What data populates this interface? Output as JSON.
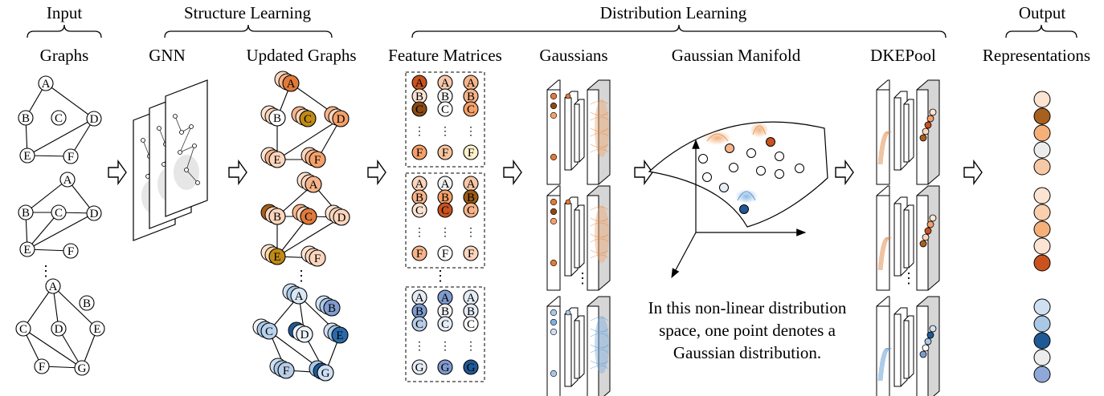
{
  "stages": {
    "input": "Input",
    "structure_learning": "Structure Learning",
    "distribution_learning": "Distribution Learning",
    "output": "Output"
  },
  "columns": {
    "graphs": "Graphs",
    "gnn": "GNN",
    "updated_graphs": "Updated Graphs",
    "feature_matrices": "Feature Matrices",
    "gaussians": "Gaussians",
    "gaussian_manifold": "Gaussian Manifold",
    "dkepool": "DKEPool",
    "representations": "Representations"
  },
  "caption_lines": [
    "In this non-linear distribution",
    "space, one point denotes a",
    "Gaussian distribution."
  ],
  "ellipsis": "⋮",
  "graphs": [
    {
      "nodes": [
        "A",
        "B",
        "C",
        "D",
        "E",
        "F"
      ],
      "edges": [
        [
          "A",
          "B"
        ],
        [
          "A",
          "D"
        ],
        [
          "B",
          "E"
        ],
        [
          "E",
          "F"
        ],
        [
          "F",
          "D"
        ],
        [
          "E",
          "D"
        ]
      ]
    },
    {
      "nodes": [
        "A",
        "B",
        "C",
        "D",
        "E",
        "F"
      ],
      "edges": [
        [
          "A",
          "B"
        ],
        [
          "A",
          "D"
        ],
        [
          "B",
          "C"
        ],
        [
          "C",
          "D"
        ],
        [
          "B",
          "E"
        ],
        [
          "C",
          "E"
        ],
        [
          "E",
          "D"
        ],
        [
          "E",
          "F"
        ]
      ]
    },
    {
      "nodes": [
        "A",
        "B",
        "C",
        "D",
        "E",
        "F",
        "G"
      ],
      "edges": [
        [
          "A",
          "C"
        ],
        [
          "A",
          "D"
        ],
        [
          "A",
          "E"
        ],
        [
          "C",
          "F"
        ],
        [
          "F",
          "G"
        ],
        [
          "D",
          "G"
        ],
        [
          "E",
          "G"
        ],
        [
          "C",
          "G"
        ]
      ]
    }
  ],
  "feature_matrices": [
    {
      "rows": [
        [
          "A",
          "A",
          "A"
        ],
        [
          "B",
          "B",
          "B"
        ],
        [
          "C",
          "C",
          "C"
        ],
        [
          "F",
          "F",
          "F"
        ]
      ],
      "colors": [
        [
          "#c9531f",
          "#f7c8aa",
          "#f6b48a"
        ],
        [
          "#fbe3d3",
          "#f3f3f3",
          "#f6b48a"
        ],
        [
          "#8a4a12",
          "#ffffff",
          "#f4a06a"
        ],
        [
          "#f4a06a",
          "#f8c49c",
          "#fff2cc"
        ]
      ]
    },
    {
      "rows": [
        [
          "A",
          "A",
          "A"
        ],
        [
          "B",
          "B",
          "B"
        ],
        [
          "C",
          "C",
          "C"
        ],
        [
          "F",
          "F",
          "F"
        ]
      ],
      "colors": [
        [
          "#fbd5bd",
          "#f3f3f3",
          "#f6c6a6"
        ],
        [
          "#f6b48a",
          "#f4a06a",
          "#9a5a16"
        ],
        [
          "#fbe3d3",
          "#c9531f",
          "#f6b48a"
        ],
        [
          "#f6b48a",
          "#ffffff",
          "#fbd5bd"
        ]
      ]
    },
    {
      "rows": [
        [
          "A",
          "A",
          "A"
        ],
        [
          "B",
          "B",
          "B"
        ],
        [
          "C",
          "C",
          "C"
        ],
        [
          "G",
          "G",
          "G"
        ]
      ],
      "colors": [
        [
          "#e6ecf6",
          "#7f9bd0",
          "#e6ecf6"
        ],
        [
          "#7f9bd0",
          "#f3f3f3",
          "#e6ecf6"
        ],
        [
          "#b8cde6",
          "#e6ecf6",
          "#ffffff"
        ],
        [
          "#e6ecf6",
          "#7f9bd0",
          "#205a96"
        ]
      ]
    }
  ],
  "representations": [
    [
      "#fde3d2",
      "#a8601e",
      "#f5b079",
      "#ececec",
      "#f7c8a5"
    ],
    [
      "#fde3d2",
      "#f9cfae",
      "#f5b079",
      "#fde3d2",
      "#c9531f"
    ],
    [
      "#cfe0f2",
      "#a9c8e6",
      "#205a96",
      "#ececec",
      "#8fa8d8"
    ]
  ],
  "colors": {
    "orange_accent": "#c9531f",
    "blue_accent": "#205a96",
    "dark_brown": "#8a4a12"
  }
}
